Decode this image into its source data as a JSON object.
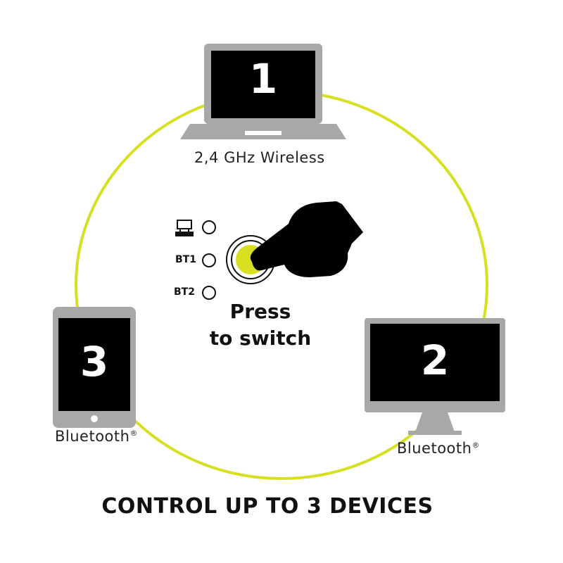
{
  "devices": [
    {
      "number": "1",
      "type": "laptop",
      "label": "2,4 GHz Wireless"
    },
    {
      "number": "2",
      "type": "desktop-monitor",
      "label": "Bluetooth",
      "mark": "®"
    },
    {
      "number": "3",
      "type": "tablet",
      "label": "Bluetooth",
      "mark": "®"
    }
  ],
  "switch": {
    "leds": [
      "",
      "BT1",
      "BT2"
    ],
    "instruction": "Press to switch",
    "line1": "Press",
    "line2": "to switch"
  },
  "title": "CONTROL UP TO 3 DEVICES",
  "colors": {
    "accent": "#d6e021",
    "device_frame": "#a8a8a8",
    "screen": "#000000"
  }
}
